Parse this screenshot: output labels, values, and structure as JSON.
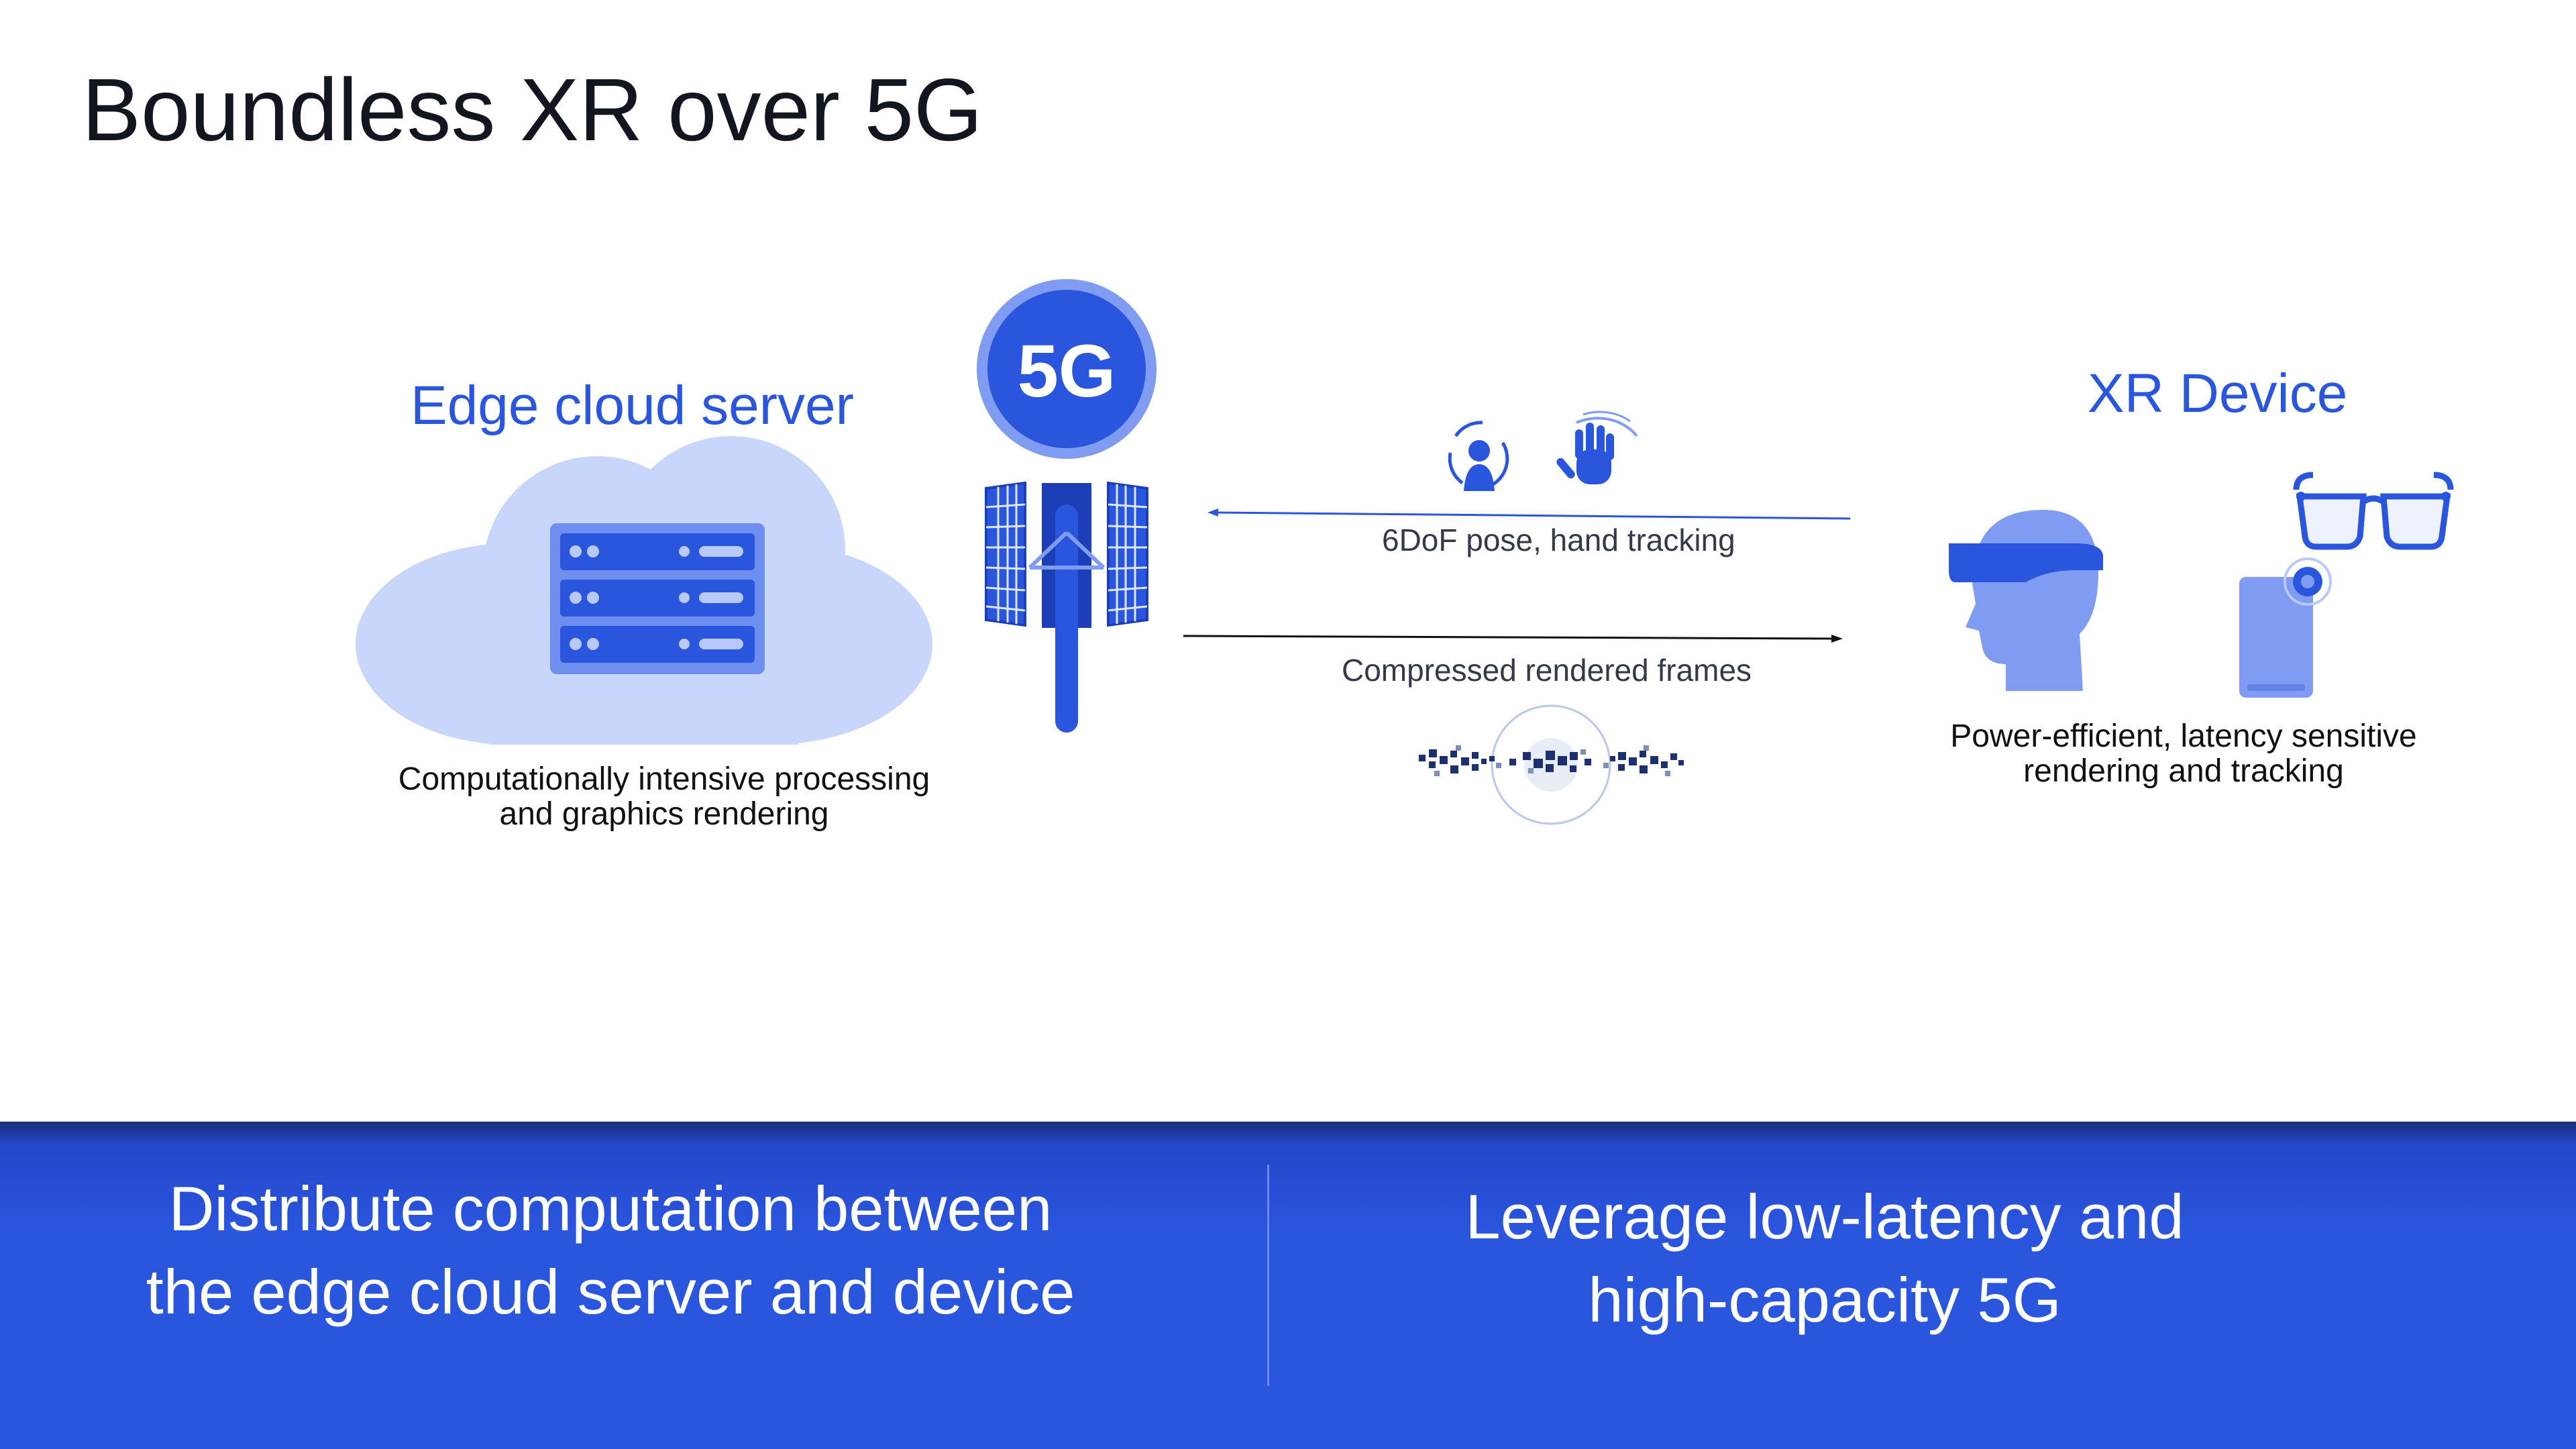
{
  "title": "Boundless XR over 5G",
  "edge": {
    "heading": "Edge cloud server",
    "caption_line1": "Computationally intensive processing",
    "caption_line2": "and graphics rendering"
  },
  "tower": {
    "badge": "5G"
  },
  "flows": {
    "uplink_label": "6DoF pose, hand tracking",
    "downlink_label": "Compressed rendered frames"
  },
  "device": {
    "heading": "XR Device",
    "caption_line1": "Power-efficient, latency sensitive",
    "caption_line2": "rendering and tracking"
  },
  "band": {
    "left_line1": "Distribute computation between",
    "left_line2": "the edge cloud server and device",
    "right_line1": "Leverage low-latency and",
    "right_line2": "high-capacity 5G"
  },
  "colors": {
    "accent": "#2a55dd",
    "cloud": "#c9d6fb",
    "band": "#2a55dd",
    "title": "#12161f"
  },
  "icons": [
    "cloud-server-icon",
    "5g-tower-icon",
    "pose-tracking-icon",
    "hand-tracking-icon",
    "compressed-frames-icon",
    "vr-headset-head-icon",
    "phone-icon",
    "smart-glasses-icon"
  ]
}
